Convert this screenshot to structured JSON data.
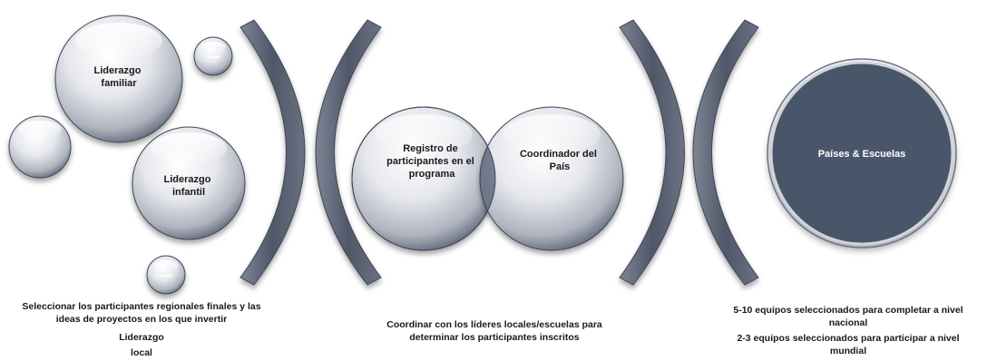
{
  "bubbles": {
    "liderazgo_familiar": [
      "Liderazgo",
      "familiar"
    ],
    "liderazgo_infantil": [
      "Liderazgo",
      "infantil"
    ],
    "registro": [
      "Registro de",
      "participantes en el",
      "programa"
    ],
    "coordinador": [
      "Coordinador del",
      "País"
    ],
    "paises": "Países & Escuelas"
  },
  "captions": {
    "left": {
      "line1": "Seleccionar los participantes regionales finales y las",
      "line2": "ideas de proyectos en los que invertir",
      "line3": "Liderazgo",
      "line4": "local"
    },
    "center": {
      "line1": "Coordinar con los líderes locales/escuelas para",
      "line2": "determinar los participantes inscritos"
    },
    "right": {
      "line1": "5-10 equipos seleccionados para completar a nivel",
      "line2": "nacional",
      "line3": "2-3 equipos seleccionados para participar a nivel",
      "line4": "mundial"
    }
  },
  "colors": {
    "bubble_light": "#f4f5f8",
    "bubble_mid": "#c9ccd4",
    "bubble_dark": "#5a6273",
    "dark_circle": "#4a5468",
    "bracket": "#5f6779",
    "text_dark": "#1a1a1a",
    "text_light": "#ffffff"
  }
}
